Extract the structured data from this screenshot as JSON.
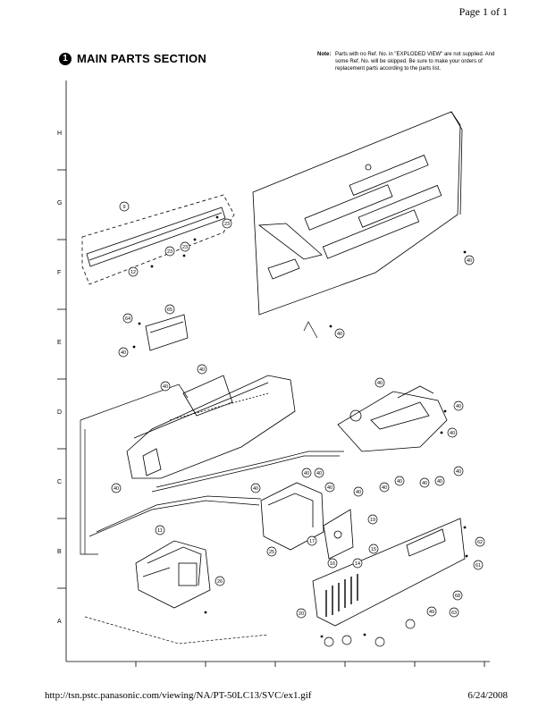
{
  "header": {
    "page_number": "Page 1 of 1"
  },
  "section": {
    "number": "1",
    "title": "MAIN PARTS SECTION"
  },
  "note": {
    "label": "Note:",
    "text": "Parts with no Ref. No. in \"EXPLODED VIEW\" are not supplied. And some Ref. No. will be skipped. Be sure to make your orders of replacement parts according to the parts list."
  },
  "grid_rows": [
    "H",
    "G",
    "F",
    "E",
    "D",
    "C",
    "B",
    "A"
  ],
  "callouts": [
    "9",
    "23",
    "23",
    "23",
    "12",
    "65",
    "64",
    "40",
    "40",
    "40",
    "40",
    "40",
    "40",
    "40",
    "40",
    "40",
    "40",
    "40",
    "40",
    "40",
    "40",
    "40",
    "40",
    "40",
    "40",
    "40",
    "11",
    "25",
    "17",
    "19",
    "15",
    "14",
    "16",
    "26",
    "20",
    "63",
    "62",
    "61",
    "68",
    "49"
  ],
  "footer": {
    "url": "http://tsn.pstc.panasonic.com/viewing/NA/PT-50LC13/SVC/ex1.gif",
    "date": "6/24/2008"
  }
}
